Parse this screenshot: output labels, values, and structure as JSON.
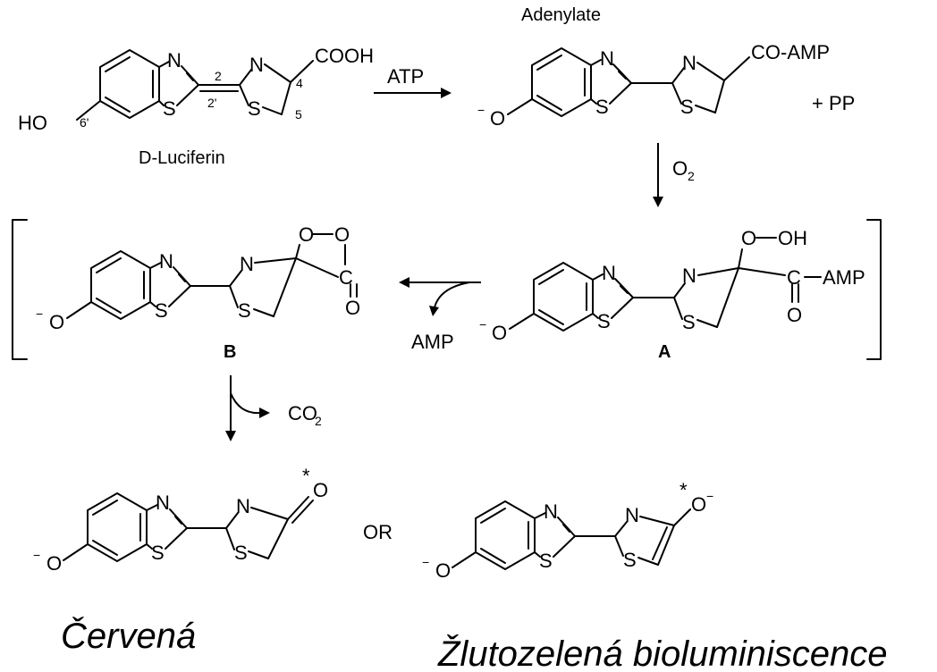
{
  "atoms": {
    "n": "N",
    "s": "S",
    "o": "O",
    "c": "C",
    "minus": "−",
    "star": "*",
    "ho": "HO",
    "oh": "OH",
    "cooh": "COOH",
    "co_amp": "CO-AMP",
    "amp": "AMP"
  },
  "numbering": {
    "n2": "2",
    "n2p": "2'",
    "n4": "4",
    "n5": "5",
    "n6p": "6'"
  },
  "compounds": {
    "luciferin": "D-Luciferin",
    "adenylate": "Adenylate",
    "a": "A",
    "b": "B"
  },
  "reagents": {
    "atp": "ATP",
    "pp": "+ PP",
    "o2": "O",
    "o2_sub": "2",
    "amp_out": "AMP",
    "co2": "CO",
    "co2_sub": "2",
    "or": "OR"
  },
  "emission": {
    "red": "Červená",
    "yellow_green": "Žlutozelená bioluminiscence"
  }
}
